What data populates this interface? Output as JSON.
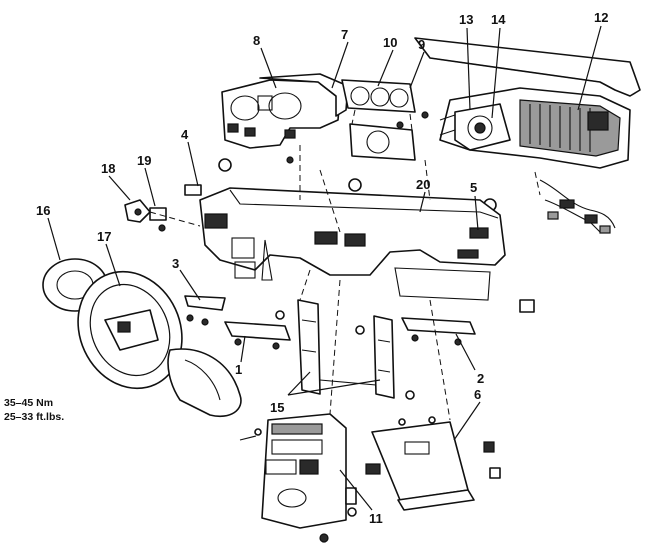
{
  "callouts": [
    {
      "id": "1",
      "label": "1"
    },
    {
      "id": "2",
      "label": "2"
    },
    {
      "id": "3",
      "label": "3"
    },
    {
      "id": "4",
      "label": "4"
    },
    {
      "id": "5",
      "label": "5"
    },
    {
      "id": "6",
      "label": "6"
    },
    {
      "id": "7",
      "label": "7"
    },
    {
      "id": "8",
      "label": "8"
    },
    {
      "id": "9",
      "label": "9"
    },
    {
      "id": "10",
      "label": "10"
    },
    {
      "id": "11",
      "label": "11"
    },
    {
      "id": "12",
      "label": "12"
    },
    {
      "id": "13",
      "label": "13"
    },
    {
      "id": "14",
      "label": "14"
    },
    {
      "id": "15",
      "label": "15"
    },
    {
      "id": "16",
      "label": "16"
    },
    {
      "id": "17",
      "label": "17"
    },
    {
      "id": "18",
      "label": "18"
    },
    {
      "id": "19",
      "label": "19"
    },
    {
      "id": "20",
      "label": "20"
    }
  ],
  "torque_spec": {
    "metric": "35–45 Nm",
    "imperial": "25–33 ft.lbs."
  }
}
